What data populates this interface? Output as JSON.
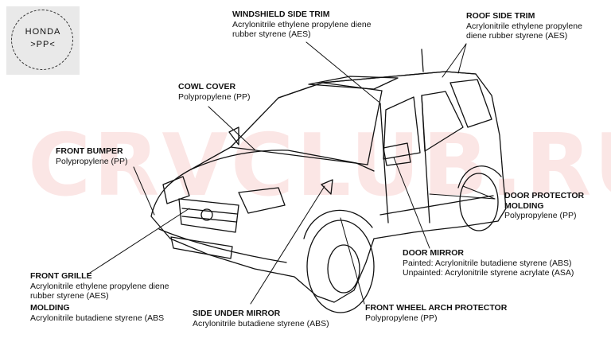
{
  "logo": {
    "line1": "HONDA",
    "line2": ">PP<"
  },
  "watermark": "CRVCLUB.RU",
  "labels": {
    "windshield_side_trim": {
      "title": "WINDSHIELD SIDE TRIM",
      "line1": "Acrylonitrile ethylene propylene diene",
      "line2": "rubber styrene (AES)"
    },
    "roof_side_trim": {
      "title": "ROOF SIDE TRIM",
      "line1": "Acrylonitrile ethylene propylene",
      "line2": "diene rubber styrene (AES)"
    },
    "cowl_cover": {
      "title": "COWL COVER",
      "line1": "Polypropylene (PP)"
    },
    "front_bumper": {
      "title": "FRONT BUMPER",
      "line1": "Polypropylene (PP)"
    },
    "door_protector_molding": {
      "title1": "DOOR PROTECTOR",
      "title2": "MOLDING",
      "line1": "Polypropylene (PP)"
    },
    "door_mirror": {
      "title": "DOOR MIRROR",
      "line1": "Painted: Acrylonitrile butadiene styrene (ABS)",
      "line2": "Unpainted: Acrylonitrile styrene acrylate (ASA)"
    },
    "front_grille": {
      "title": "FRONT GRILLE",
      "line1": "Acrylonitrile ethylene propylene diene",
      "line2": "rubber styrene (AES)"
    },
    "molding": {
      "title": "MOLDING",
      "line1": "Acrylonitrile butadiene styrene (ABS"
    },
    "side_under_mirror": {
      "title": "SIDE UNDER MIRROR",
      "line1": "Acrylonitrile butadiene styrene (ABS)"
    },
    "front_wheel_arch_protector": {
      "title": "FRONT WHEEL ARCH PROTECTOR",
      "line1": "Polypropylene (PP)"
    }
  },
  "colors": {
    "ink": "#111111",
    "watermark": "#e53935",
    "logo_bg": "#e9e9e9"
  }
}
